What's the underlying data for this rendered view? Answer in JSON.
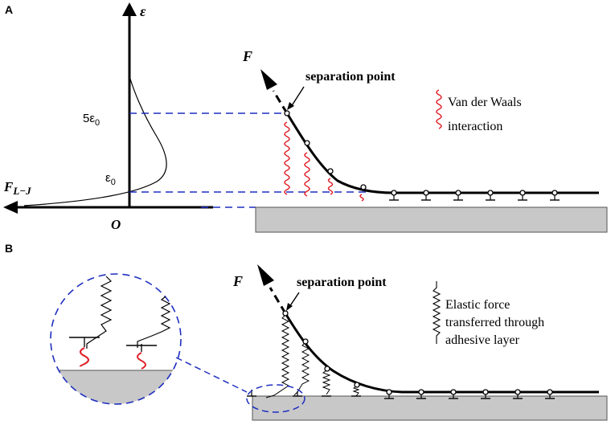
{
  "panelA": {
    "label": "A",
    "axis_y_label": "ε",
    "axis_x_label": "F",
    "axis_x_sub": "L−J",
    "origin_label": "O",
    "tick_5e0": "5ε",
    "tick_5e0_sub": "0",
    "tick_e0": "ε",
    "tick_e0_sub": "0",
    "force_label": "F",
    "separation_label": "separation point",
    "legend_text_1": "Van der Waals",
    "legend_text_2": "interaction"
  },
  "panelB": {
    "label": "B",
    "force_label": "F",
    "separation_label": "separation point",
    "legend_text_1": "Elastic force",
    "legend_text_2": "transferred through",
    "legend_text_3": "adhesive layer"
  },
  "colors": {
    "ink": "#000000",
    "guide_blue": "#1f2fbf",
    "spring_red": "#e0202a",
    "substrate_fill": "#c8c8c8",
    "substrate_stroke": "#555555"
  }
}
